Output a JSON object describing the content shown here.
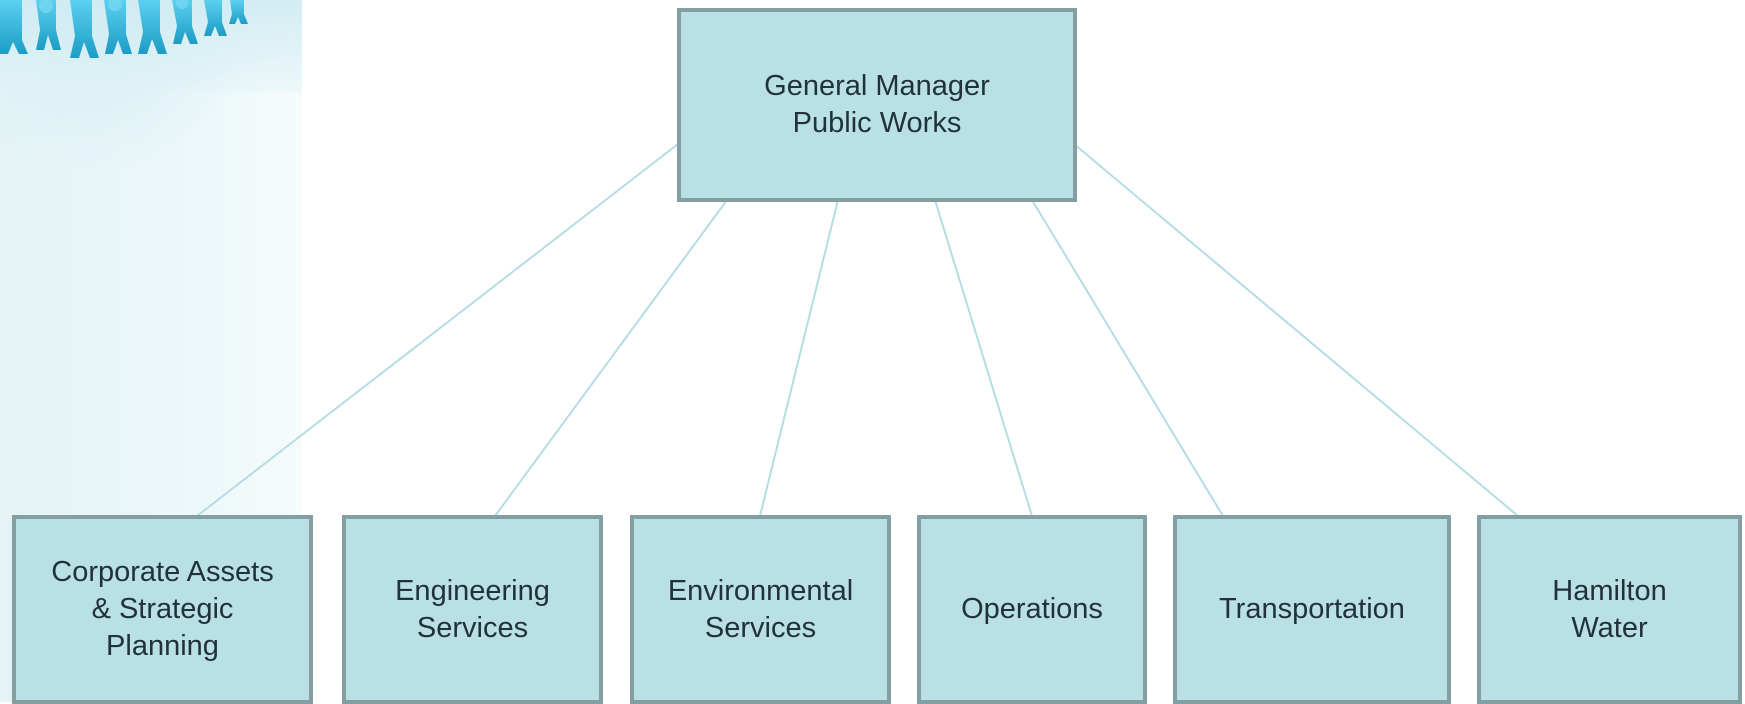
{
  "diagram": {
    "root": {
      "label": "General Manager\nPublic Works"
    },
    "children": [
      {
        "label": "Corporate Assets\n& Strategic\nPlanning"
      },
      {
        "label": "Engineering\nServices"
      },
      {
        "label": "Environmental\nServices"
      },
      {
        "label": "Operations"
      },
      {
        "label": "Transportation"
      },
      {
        "label": "Hamilton\nWater"
      }
    ]
  },
  "colors": {
    "box_fill": "#b9e0e4",
    "box_border": "#849fa2",
    "connector": "#b4dde3",
    "text": "#21323a",
    "people": "#2ab0d6"
  },
  "icons": {
    "decoration": "people-crowd-icon"
  }
}
